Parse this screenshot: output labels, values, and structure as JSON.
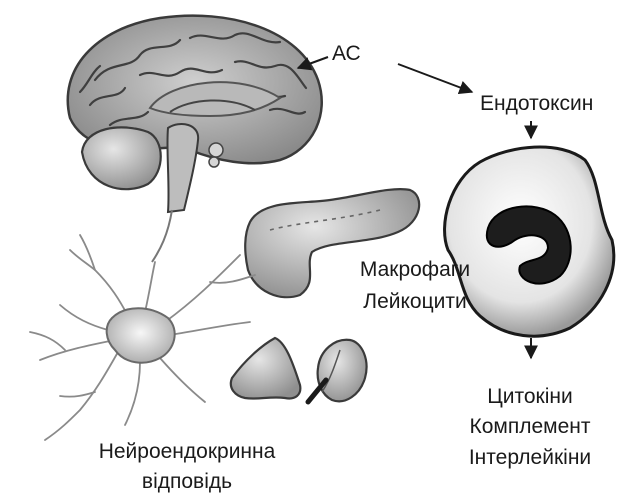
{
  "labels": {
    "stress_source": "АС",
    "endotoxin": "Ендотоксин",
    "cells_line1": "Макрофаги",
    "cells_line2": "Лейкоцити",
    "mediators_line1": "Цитокіни",
    "mediators_line2": "Комплемент",
    "mediators_line3": "Інтерлейкіни",
    "response_line1": "Нейроендокринна",
    "response_line2": "відповідь"
  },
  "illustrations": {
    "brain": "brain-illustration",
    "pancreas": "pancreas-illustration",
    "neuron": "neuron-illustration",
    "adrenal_gland": "adrenal-gland-illustration",
    "kidney": "kidney-illustration",
    "macrophage": "macrophage-cell-illustration"
  }
}
